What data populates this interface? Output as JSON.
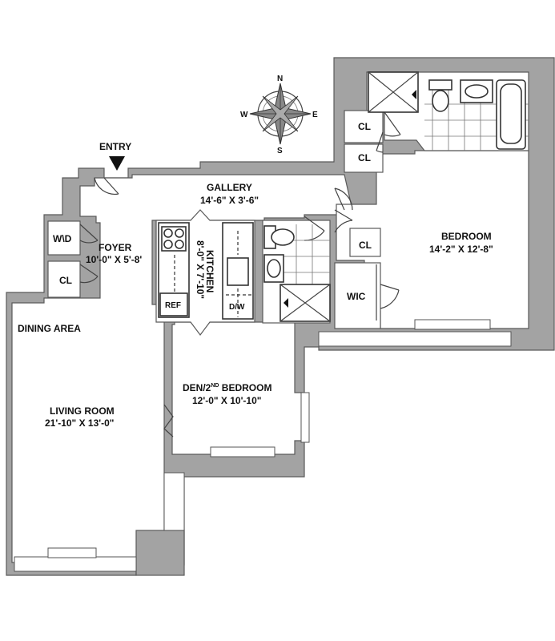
{
  "compass": {
    "n": "N",
    "s": "S",
    "e": "E",
    "w": "W"
  },
  "labels": {
    "entry": "ENTRY",
    "gallery": "GALLERY",
    "gallery_dim": "14'-6\" X 3'-6\"",
    "foyer": "FOYER",
    "foyer_dim": "10'-0\" X 5'-8'",
    "wd": "W\\D",
    "cl": "CL",
    "kitchen": "KITCHEN",
    "kitchen_dim": "8'-0\" X 7'-10\"",
    "ref": "REF",
    "dw": "D/W",
    "bedroom": "BEDROOM",
    "bedroom_dim": "14'-2\" X 12'-8\"",
    "wic": "WIC",
    "dining": "DINING AREA",
    "den_a": "DEN/2",
    "den_sup": "ND",
    "den_b": " BEDROOM",
    "den_dim": "12'-0\" X 10'-10\"",
    "living": "LIVING ROOM",
    "living_dim": "21'-10\" X 13'-0\""
  },
  "colors": {
    "wall": "#a3a3a3",
    "line": "#5a5a5a",
    "text": "#111111"
  }
}
